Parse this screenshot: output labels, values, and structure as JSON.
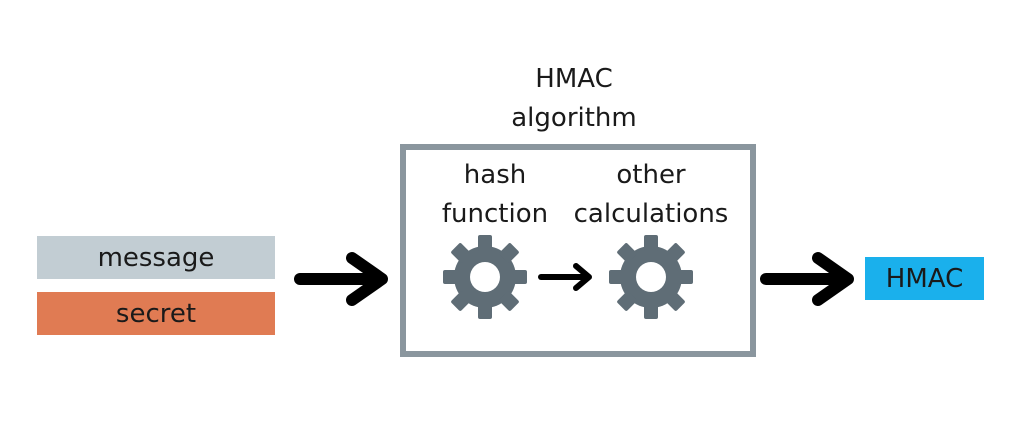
{
  "inputs": {
    "message": "message",
    "secret": "secret"
  },
  "algorithm": {
    "title_line1": "HMAC",
    "title_line2": "algorithm",
    "hash_line1": "hash",
    "hash_line2": "function",
    "other_line1": "other",
    "other_line2": "calculations",
    "gear_icon": "gear-icon"
  },
  "output": {
    "label": "HMAC"
  },
  "colors": {
    "message_bg": "#c2cdd3",
    "secret_bg": "#e07b53",
    "box_border": "#8a969e",
    "gear": "#5f6d76",
    "output_bg": "#1ab0ec",
    "arrow": "#000000"
  }
}
